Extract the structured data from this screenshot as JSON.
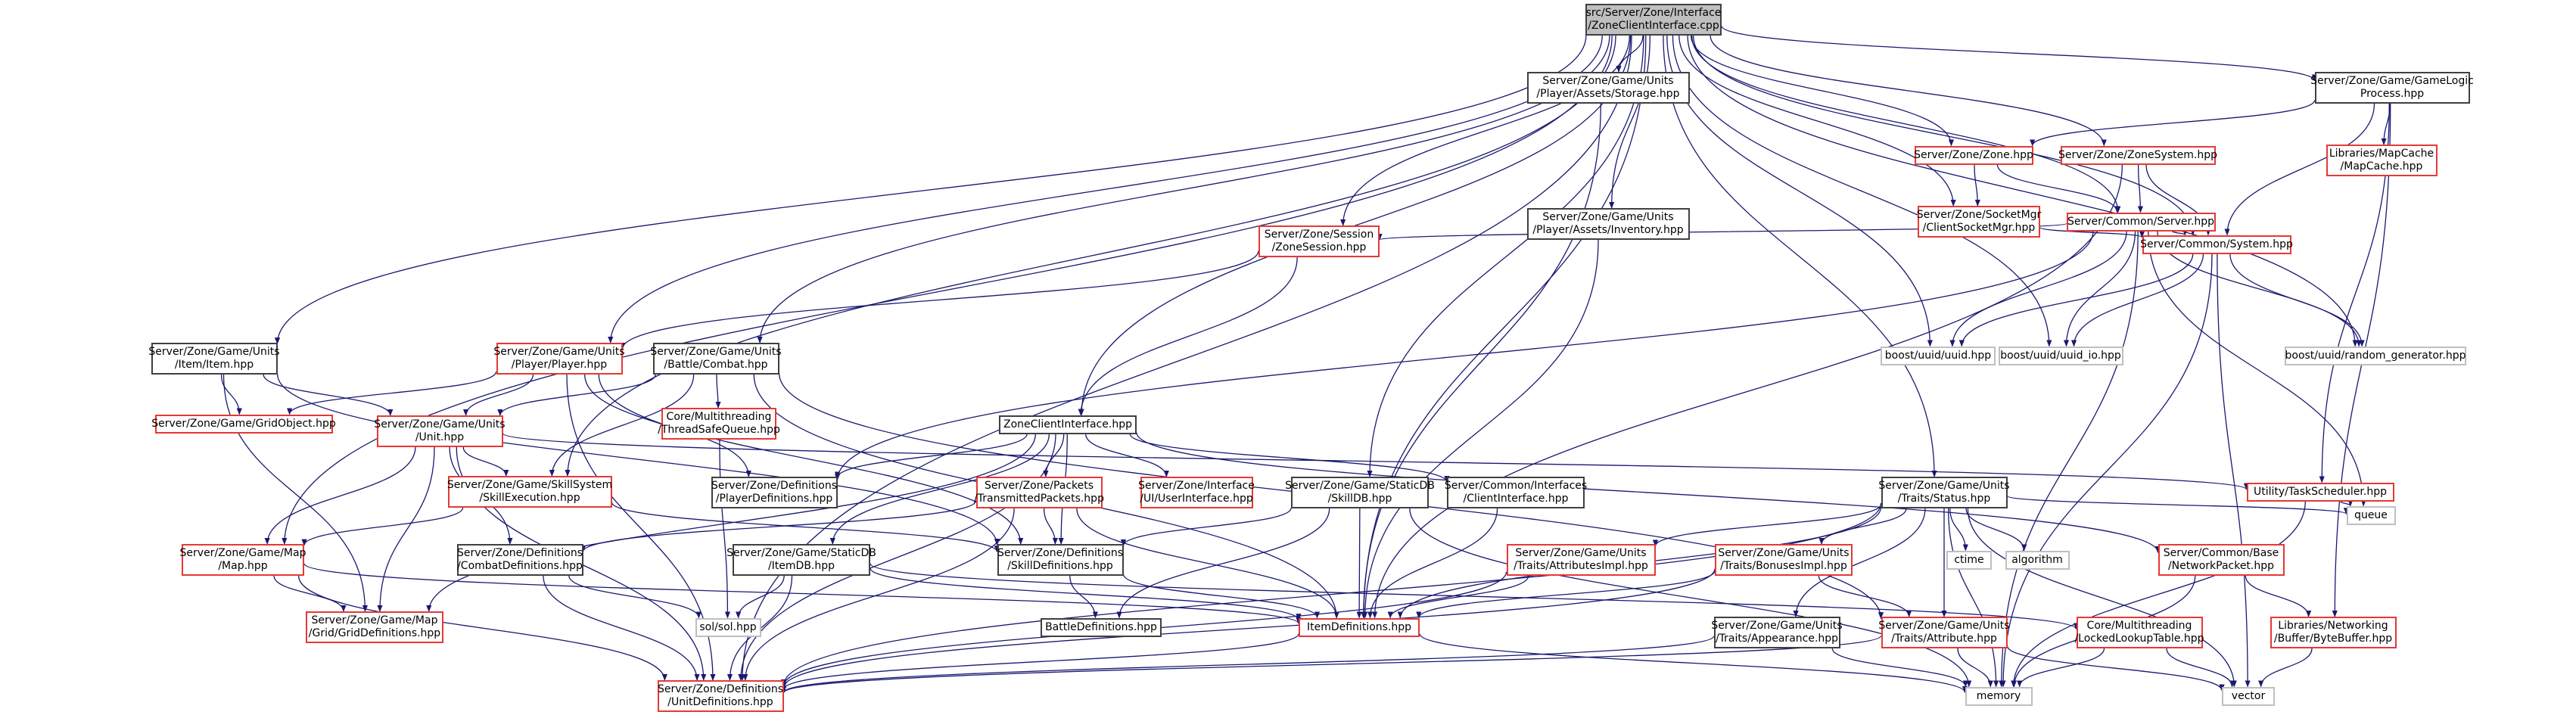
{
  "graph": {
    "nodes": [
      {
        "id": "root",
        "lines": [
          "src/Server/Zone/Interface",
          "/ZoneClientInterface.cpp"
        ],
        "style": "root"
      },
      {
        "id": "storage",
        "lines": [
          "Server/Zone/Game/Units",
          "/Player/Assets/Storage.hpp"
        ],
        "style": "black"
      },
      {
        "id": "gamelogic",
        "lines": [
          "Server/Zone/Game/GameLogic",
          "Process.hpp"
        ],
        "style": "black"
      },
      {
        "id": "zonehpp",
        "lines": [
          "Server/Zone/Zone.hpp"
        ],
        "style": "red"
      },
      {
        "id": "zonesystem",
        "lines": [
          "Server/Zone/ZoneSystem.hpp"
        ],
        "style": "red"
      },
      {
        "id": "mapcache",
        "lines": [
          "Libraries/MapCache",
          "/MapCache.hpp"
        ],
        "style": "red"
      },
      {
        "id": "server",
        "lines": [
          "Server/Common/Server.hpp"
        ],
        "style": "red"
      },
      {
        "id": "clientsocket",
        "lines": [
          "Server/Zone/SocketMgr",
          "/ClientSocketMgr.hpp"
        ],
        "style": "red"
      },
      {
        "id": "inventory",
        "lines": [
          "Server/Zone/Game/Units",
          "/Player/Assets/Inventory.hpp"
        ],
        "style": "black"
      },
      {
        "id": "zonesession",
        "lines": [
          "Server/Zone/Session",
          "/ZoneSession.hpp"
        ],
        "style": "red"
      },
      {
        "id": "system",
        "lines": [
          "Server/Common/System.hpp"
        ],
        "style": "red"
      },
      {
        "id": "uuid",
        "lines": [
          "boost/uuid/uuid.hpp"
        ],
        "style": "gray"
      },
      {
        "id": "uuidio",
        "lines": [
          "boost/uuid/uuid_io.hpp"
        ],
        "style": "gray"
      },
      {
        "id": "randgen",
        "lines": [
          "boost/uuid/random_generator.hpp"
        ],
        "style": "gray"
      },
      {
        "id": "item",
        "lines": [
          "Server/Zone/Game/Units",
          "/Item/Item.hpp"
        ],
        "style": "black"
      },
      {
        "id": "player",
        "lines": [
          "Server/Zone/Game/Units",
          "/Player/Player.hpp"
        ],
        "style": "red"
      },
      {
        "id": "combat",
        "lines": [
          "Server/Zone/Game/Units",
          "/Battle/Combat.hpp"
        ],
        "style": "black"
      },
      {
        "id": "gridobject",
        "lines": [
          "Server/Zone/Game/GridObject.hpp"
        ],
        "style": "red"
      },
      {
        "id": "unit",
        "lines": [
          "Server/Zone/Game/Units",
          "/Unit.hpp"
        ],
        "style": "red"
      },
      {
        "id": "tsqueue",
        "lines": [
          "Core/Multithreading",
          "/ThreadSafeQueue.hpp"
        ],
        "style": "red"
      },
      {
        "id": "zci",
        "lines": [
          "ZoneClientInterface.hpp"
        ],
        "style": "black"
      },
      {
        "id": "skillexec",
        "lines": [
          "Server/Zone/Game/SkillSystem",
          "/SkillExecution.hpp"
        ],
        "style": "red"
      },
      {
        "id": "playerdefs",
        "lines": [
          "Server/Zone/Definitions",
          "/PlayerDefinitions.hpp"
        ],
        "style": "black"
      },
      {
        "id": "packets",
        "lines": [
          "Server/Zone/Packets",
          "/TransmittedPackets.hpp"
        ],
        "style": "red"
      },
      {
        "id": "uiuser",
        "lines": [
          "Server/Zone/Interface",
          "/UI/UserInterface.hpp"
        ],
        "style": "red"
      },
      {
        "id": "skilldb",
        "lines": [
          "Server/Zone/Game/StaticDB",
          "/SkillDB.hpp"
        ],
        "style": "black"
      },
      {
        "id": "clientif",
        "lines": [
          "Server/Common/Interfaces",
          "/ClientInterface.hpp"
        ],
        "style": "black"
      },
      {
        "id": "status",
        "lines": [
          "Server/Zone/Game/Units",
          "/Traits/Status.hpp"
        ],
        "style": "black"
      },
      {
        "id": "taskscheduler",
        "lines": [
          "Utility/TaskScheduler.hpp"
        ],
        "style": "red"
      },
      {
        "id": "queue",
        "lines": [
          "queue"
        ],
        "style": "gray"
      },
      {
        "id": "map",
        "lines": [
          "Server/Zone/Game/Map",
          "/Map.hpp"
        ],
        "style": "red"
      },
      {
        "id": "combatdefs",
        "lines": [
          "Server/Zone/Definitions",
          "/CombatDefinitions.hpp"
        ],
        "style": "black"
      },
      {
        "id": "itemdb",
        "lines": [
          "Server/Zone/Game/StaticDB",
          "/ItemDB.hpp"
        ],
        "style": "black"
      },
      {
        "id": "skilldefs",
        "lines": [
          "Server/Zone/Definitions",
          "/SkillDefinitions.hpp"
        ],
        "style": "black"
      },
      {
        "id": "attrimpl",
        "lines": [
          "Server/Zone/Game/Units",
          "/Traits/AttributesImpl.hpp"
        ],
        "style": "red"
      },
      {
        "id": "bonusimpl",
        "lines": [
          "Server/Zone/Game/Units",
          "/Traits/BonusesImpl.hpp"
        ],
        "style": "red"
      },
      {
        "id": "ctime",
        "lines": [
          "ctime"
        ],
        "style": "gray"
      },
      {
        "id": "algorithm",
        "lines": [
          "algorithm"
        ],
        "style": "gray"
      },
      {
        "id": "netpacket",
        "lines": [
          "Server/Common/Base",
          "/NetworkPacket.hpp"
        ],
        "style": "red"
      },
      {
        "id": "sol",
        "lines": [
          "sol/sol.hpp"
        ],
        "style": "gray"
      },
      {
        "id": "battledefs",
        "lines": [
          "BattleDefinitions.hpp"
        ],
        "style": "black"
      },
      {
        "id": "itemdefs",
        "lines": [
          "ItemDefinitions.hpp"
        ],
        "style": "red"
      },
      {
        "id": "appearance",
        "lines": [
          "Server/Zone/Game/Units",
          "/Traits/Appearance.hpp"
        ],
        "style": "black"
      },
      {
        "id": "attribute",
        "lines": [
          "Server/Zone/Game/Units",
          "/Traits/Attribute.hpp"
        ],
        "style": "red"
      },
      {
        "id": "lockedtable",
        "lines": [
          "Core/Multithreading",
          "/LockedLookupTable.hpp"
        ],
        "style": "red"
      },
      {
        "id": "bytebuffer",
        "lines": [
          "Libraries/Networking",
          "/Buffer/ByteBuffer.hpp"
        ],
        "style": "red"
      },
      {
        "id": "griddefs",
        "lines": [
          "Server/Zone/Game/Map",
          "/Grid/GridDefinitions.hpp"
        ],
        "style": "red"
      },
      {
        "id": "unitdefs",
        "lines": [
          "Server/Zone/Definitions",
          "/UnitDefinitions.hpp"
        ],
        "style": "red"
      },
      {
        "id": "memory",
        "lines": [
          "memory"
        ],
        "style": "gray"
      },
      {
        "id": "vector",
        "lines": [
          "vector"
        ],
        "style": "gray"
      }
    ],
    "edges": [
      [
        "root",
        "storage"
      ],
      [
        "root",
        "gamelogic"
      ],
      [
        "root",
        "zonehpp"
      ],
      [
        "root",
        "zonesystem"
      ],
      [
        "root",
        "server"
      ],
      [
        "root",
        "clientsocket"
      ],
      [
        "root",
        "inventory"
      ],
      [
        "root",
        "zonesession"
      ],
      [
        "root",
        "system"
      ],
      [
        "root",
        "uuid"
      ],
      [
        "root",
        "uuidio"
      ],
      [
        "root",
        "randgen"
      ],
      [
        "root",
        "item"
      ],
      [
        "root",
        "player"
      ],
      [
        "root",
        "combat"
      ],
      [
        "root",
        "zci"
      ],
      [
        "root",
        "skillexec"
      ],
      [
        "root",
        "skilldb"
      ],
      [
        "root",
        "status"
      ],
      [
        "root",
        "map"
      ],
      [
        "root",
        "itemdefs"
      ],
      [
        "root",
        "unitdefs"
      ],
      [
        "gamelogic",
        "zonehpp"
      ],
      [
        "gamelogic",
        "mapcache"
      ],
      [
        "gamelogic",
        "system"
      ],
      [
        "gamelogic",
        "taskscheduler"
      ],
      [
        "gamelogic",
        "bytebuffer"
      ],
      [
        "zonehpp",
        "server"
      ],
      [
        "zonehpp",
        "clientsocket"
      ],
      [
        "zonesystem",
        "server"
      ],
      [
        "zonesystem",
        "system"
      ],
      [
        "zonesystem",
        "itemdefs"
      ],
      [
        "server",
        "system"
      ],
      [
        "server",
        "zonesession"
      ],
      [
        "server",
        "uuid"
      ],
      [
        "server",
        "uuidio"
      ],
      [
        "server",
        "randgen"
      ],
      [
        "server",
        "queue"
      ],
      [
        "server",
        "memory"
      ],
      [
        "server",
        "playerdefs"
      ],
      [
        "clientsocket",
        "system"
      ],
      [
        "system",
        "uuid"
      ],
      [
        "system",
        "uuidio"
      ],
      [
        "system",
        "randgen"
      ],
      [
        "system",
        "memory"
      ],
      [
        "system",
        "vector"
      ],
      [
        "storage",
        "itemdefs"
      ],
      [
        "inventory",
        "itemdefs"
      ],
      [
        "zonesession",
        "zci"
      ],
      [
        "zonesession",
        "player"
      ],
      [
        "item",
        "gridobject"
      ],
      [
        "item",
        "unit"
      ],
      [
        "item",
        "griddefs"
      ],
      [
        "item",
        "skilldefs"
      ],
      [
        "player",
        "gridobject"
      ],
      [
        "player",
        "unit"
      ],
      [
        "player",
        "skilldefs"
      ],
      [
        "player",
        "playerdefs"
      ],
      [
        "player",
        "unitdefs"
      ],
      [
        "combat",
        "unit"
      ],
      [
        "combat",
        "tsqueue"
      ],
      [
        "combat",
        "skillexec"
      ],
      [
        "combat",
        "attribute"
      ],
      [
        "combat",
        "itemdefs"
      ],
      [
        "unit",
        "skillexec"
      ],
      [
        "unit",
        "map"
      ],
      [
        "unit",
        "griddefs"
      ],
      [
        "unit",
        "combatdefs"
      ],
      [
        "unit",
        "unitdefs"
      ],
      [
        "unit",
        "taskscheduler"
      ],
      [
        "tsqueue",
        "sol"
      ],
      [
        "zci",
        "playerdefs"
      ],
      [
        "zci",
        "packets"
      ],
      [
        "zci",
        "uiuser"
      ],
      [
        "zci",
        "clientif"
      ],
      [
        "zci",
        "skilldefs"
      ],
      [
        "zci",
        "netpacket"
      ],
      [
        "zci",
        "unitdefs"
      ],
      [
        "zci",
        "griddefs"
      ],
      [
        "zci",
        "itemdb"
      ],
      [
        "skillexec",
        "map"
      ],
      [
        "skillexec",
        "skilldefs"
      ],
      [
        "packets",
        "skilldefs"
      ],
      [
        "packets",
        "itemdefs"
      ],
      [
        "packets",
        "unitdefs"
      ],
      [
        "packets",
        "combatdefs"
      ],
      [
        "skilldb",
        "skilldefs"
      ],
      [
        "skilldb",
        "itemdefs"
      ],
      [
        "skilldb",
        "battledefs"
      ],
      [
        "skilldb",
        "memory"
      ],
      [
        "clientif",
        "itemdefs"
      ],
      [
        "status",
        "ctime"
      ],
      [
        "status",
        "algorithm"
      ],
      [
        "status",
        "attrimpl"
      ],
      [
        "status",
        "bonusimpl"
      ],
      [
        "status",
        "appearance"
      ],
      [
        "status",
        "attribute"
      ],
      [
        "status",
        "memory"
      ],
      [
        "status",
        "queue"
      ],
      [
        "status",
        "vector"
      ],
      [
        "status",
        "unitdefs"
      ],
      [
        "status",
        "itemdefs"
      ],
      [
        "taskscheduler",
        "queue"
      ],
      [
        "taskscheduler",
        "memory"
      ],
      [
        "map",
        "griddefs"
      ],
      [
        "map",
        "unitdefs"
      ],
      [
        "map",
        "itemdefs"
      ],
      [
        "combatdefs",
        "sol"
      ],
      [
        "combatdefs",
        "unitdefs"
      ],
      [
        "itemdb",
        "sol"
      ],
      [
        "itemdb",
        "itemdefs"
      ],
      [
        "itemdb",
        "unitdefs"
      ],
      [
        "itemdb",
        "lockedtable"
      ],
      [
        "skilldefs",
        "battledefs"
      ],
      [
        "skilldefs",
        "itemdefs"
      ],
      [
        "attrimpl",
        "itemdefs"
      ],
      [
        "attrimpl",
        "unitdefs"
      ],
      [
        "bonusimpl",
        "itemdefs"
      ],
      [
        "bonusimpl",
        "attribute"
      ],
      [
        "bonusimpl",
        "unitdefs"
      ],
      [
        "netpacket",
        "bytebuffer"
      ],
      [
        "netpacket",
        "memory"
      ],
      [
        "itemdefs",
        "unitdefs"
      ],
      [
        "itemdefs",
        "memory"
      ],
      [
        "appearance",
        "unitdefs"
      ],
      [
        "appearance",
        "memory"
      ],
      [
        "attribute",
        "memory"
      ],
      [
        "attribute",
        "vector"
      ],
      [
        "attribute",
        "unitdefs"
      ],
      [
        "lockedtable",
        "memory"
      ],
      [
        "lockedtable",
        "vector"
      ],
      [
        "bytebuffer",
        "vector"
      ]
    ]
  }
}
